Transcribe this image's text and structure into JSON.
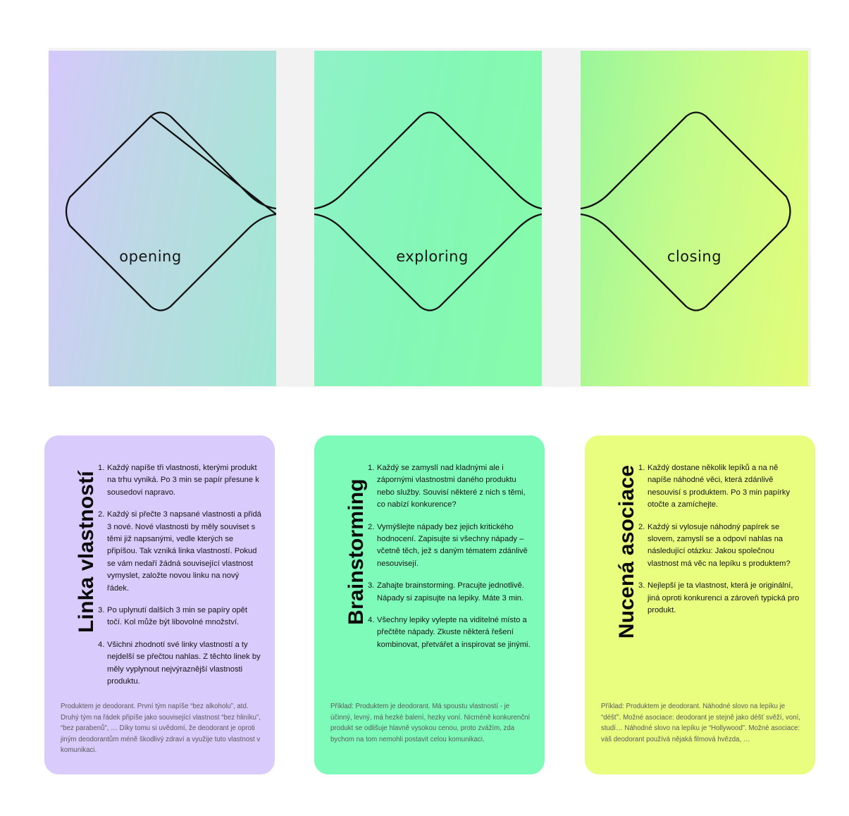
{
  "phases": [
    {
      "label": "opening",
      "color": "#d5c8fb"
    },
    {
      "label": "exploring",
      "color": "#84f7b6"
    },
    {
      "label": "closing",
      "color": "#e4fc79"
    }
  ],
  "cards": [
    {
      "title": "Linka vlastností",
      "background": "#d9cbfb",
      "steps": [
        {
          "num": "1.",
          "text": "Každý napíše tři vlastnosti, kterými produkt na trhu vyniká. Po 3 min se papír přesune k sousedovi napravo."
        },
        {
          "num": "2.",
          "text": "Každý si přečte 3 napsané vlastnosti a přidá 3 nové. Nové vlastnosti by měly souviset s těmi již napsanými, vedle kterých se připíšou. Tak vzniká linka vlastností. Pokud se vám nedaří žádná související vlastnost vymyslet, založte novou linku na nový řádek."
        },
        {
          "num": "3.",
          "text": "Po uplynutí dalších 3 min se papíry opět točí. Kol může být libovolné množství."
        },
        {
          "num": "4.",
          "text": "Všichni zhodnotí své linky vlastností a ty nejdelší se přečtou nahlas. Z těchto linek by měly vyplynout nejvýraznější vlastnosti produktu."
        }
      ],
      "example": "Produktem je deodorant. První tým napíše “bez alkoholu”, atd. Druhý tým na řádek připíše jako související vlastnost “bez hliníku”, “bez parabenů”, … Díky tomu si uvědomí, že deodorant je oproti jiným deodorantům méně škodlivý zdraví a využije tuto vlastnost v komunikaci."
    },
    {
      "title": "Brainstorming",
      "background": "#7efbb9",
      "steps": [
        {
          "num": "1.",
          "text": "Každý se zamyslí nad kladnými ale i zápornými vlastnostmi daného produktu nebo služby. Souvisí některé z nich s těmi, co nabízí konkurence?"
        },
        {
          "num": "2.",
          "text": "Vymýšlejte nápady bez jejich kritického hodnocení. Zapisujte si všechny nápady – včetně těch, jež s daným tématem zdánlivě nesouvisejí."
        },
        {
          "num": "3.",
          "text": "Zahajte brainstorming. Pracujte jednotlivě. Nápady si zapisujte na lepiky. Máte 3 min."
        },
        {
          "num": "4.",
          "text": "Všechny lepiky vylepte na viditelné místo a přečtěte nápady. Zkuste některá řešení kombinovat, přetvářet a inspirovat se jinými."
        }
      ],
      "example": "Příklad: Produktem je deodorant. Má spoustu vlastností - je účinný, levný, má hezké balení, hezky voní. Nicméně konkurenční produkt se odlišuje hlavně vysokou cenou, proto zvážím, zda bychom na tom nemohli postavit celou komunikaci."
    },
    {
      "title": "Nucená asociace",
      "background": "#e9fd7f",
      "steps": [
        {
          "num": "1.",
          "text": "Každý dostane několik lepíků a na ně napíše náhodné věci, která zdánlivě nesouvisí s produktem. Po 3 min papírky otočte a zamíchejte."
        },
        {
          "num": "2.",
          "text": "Každý si vylosuje náhodný papírek se slovem, zamyslí se a odpoví nahlas na následující otázku: Jakou společnou vlastnost má věc na lepíku s produktem?"
        },
        {
          "num": "3.",
          "text": "Nejlepší je ta vlastnost, která je originální, jiná oproti konkurenci a zároveň typická pro produkt."
        }
      ],
      "example": "Příklad: Produktem je deodorant. Náhodné slovo na lepíku je “déšť”. Možné asociace: deodorant je stejně jako déšť svěží, voní, studí… Náhodné slovo na lepíku je “Hollywood”. Možné asociace: váš deodorant používá nějaká filmová hvězda, …"
    }
  ]
}
